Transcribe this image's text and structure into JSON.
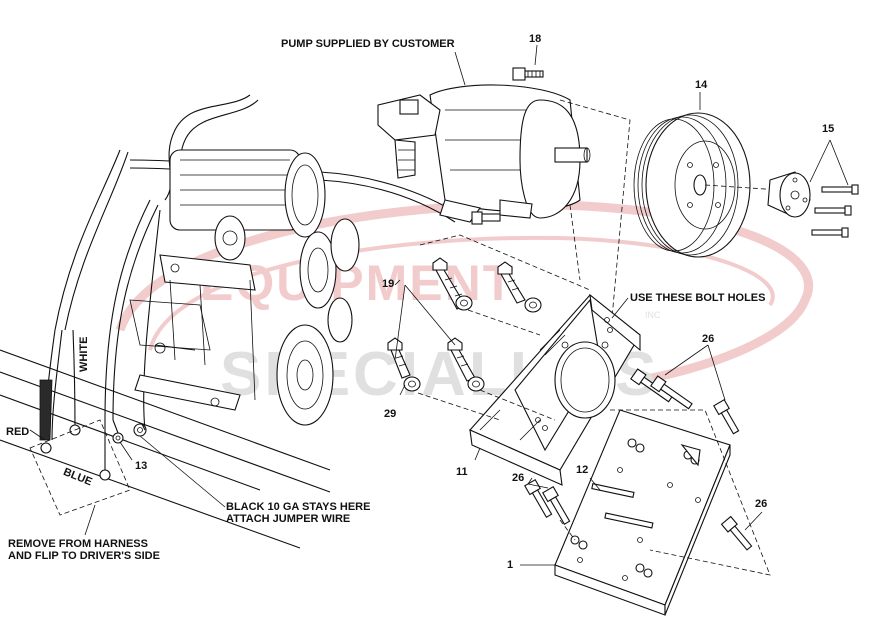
{
  "labels": {
    "pump_supplied": "PUMP SUPPLIED BY CUSTOMER",
    "use_bolt_holes": "USE THESE BOLT HOLES",
    "black_wire_1": "BLACK 10 GA STAYS HERE",
    "black_wire_2": "ATTACH JUMPER WIRE",
    "remove_1": "REMOVE FROM HARNESS",
    "remove_2": "AND FLIP TO DRIVER'S SIDE",
    "wire_red": "RED",
    "wire_blue": "BLUE",
    "wire_white": "WHITE"
  },
  "callouts": {
    "c18": "18",
    "c14": "14",
    "c15": "15",
    "c19": "19",
    "c29": "29",
    "c26a": "26",
    "c26b": "26",
    "c26c": "26",
    "c11": "11",
    "c12": "12",
    "c13": "13",
    "c1": "1"
  },
  "watermark": {
    "line1": "EQUIPMENT",
    "line2": "SPECIALISTS",
    "inc": "INC",
    "color": "#e9a3a3"
  }
}
